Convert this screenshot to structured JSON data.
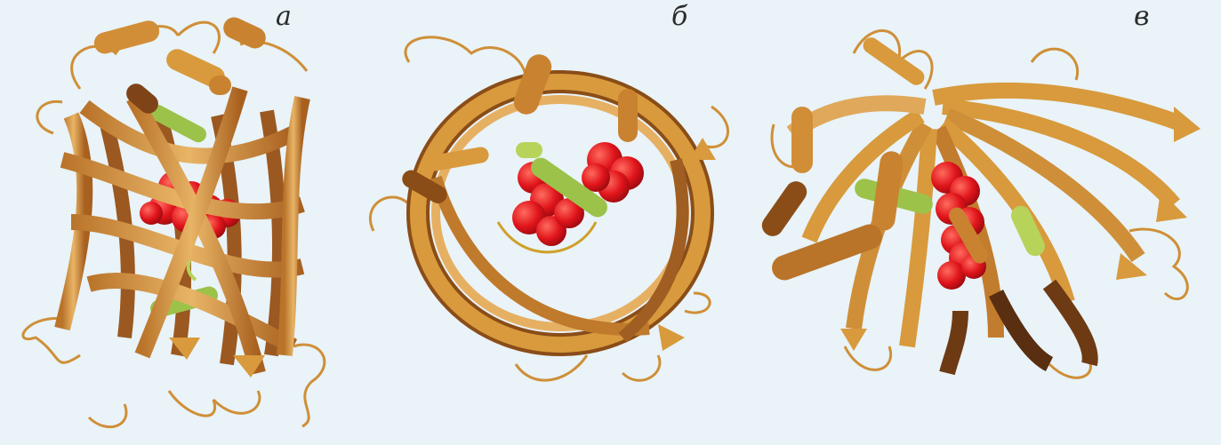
{
  "panels": [
    {
      "id": "a",
      "label": "а"
    },
    {
      "id": "b",
      "label": "б"
    },
    {
      "id": "c",
      "label": "в"
    }
  ],
  "colors": {
    "background": "#e9f3f8",
    "strand": "#d89a3c",
    "strand_dark": "#8a4d18",
    "strand_light": "#efc47a",
    "helix_green": "#9cc24a",
    "chromophore_red": "#e0141b"
  }
}
